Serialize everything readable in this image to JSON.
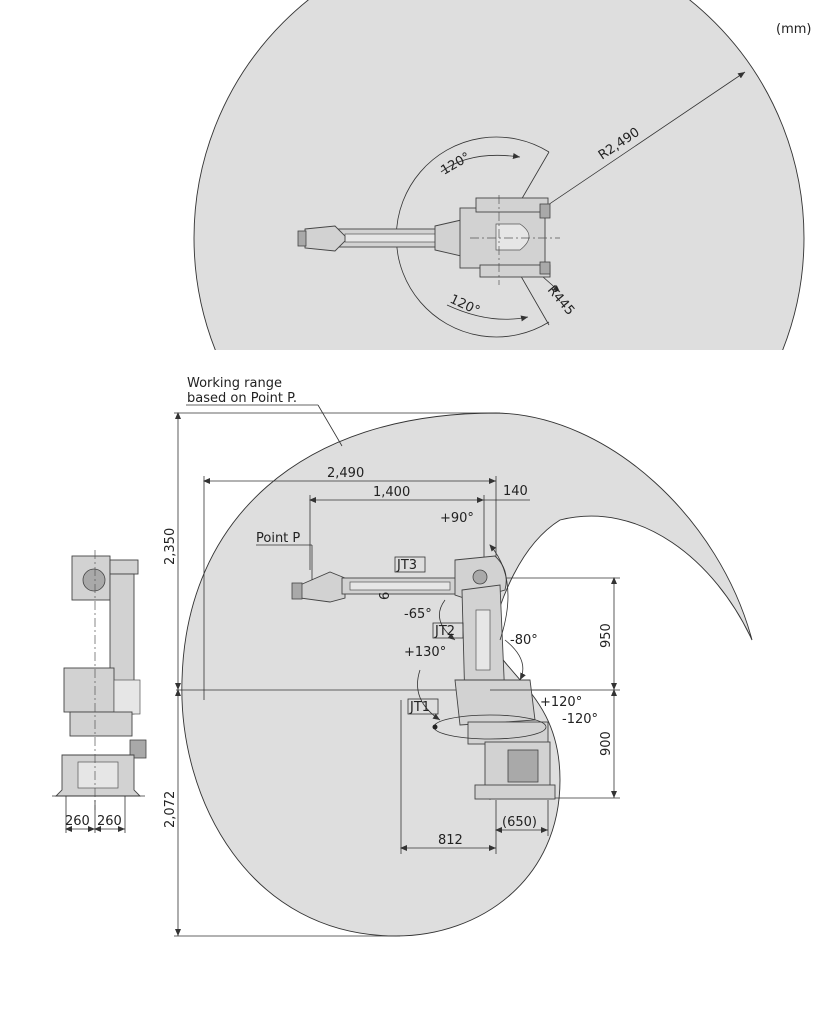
{
  "unit": "(mm)",
  "top_view": {
    "radius_outer": "R2,490",
    "radius_inner": "R445",
    "angle_pos": "120°",
    "angle_neg": "120°"
  },
  "side_view": {
    "working_range_label": [
      "Working range",
      "based on Point P."
    ],
    "point_p": "Point P",
    "dim_2490": "2,490",
    "dim_1400": "1,400",
    "dim_140": "140",
    "dim_2350": "2,350",
    "dim_2072": "2,072",
    "dim_950": "950",
    "dim_900": "900",
    "dim_812": "812",
    "dim_650": "(650)",
    "dim_6": "6",
    "jt1": "JT1",
    "jt2": "JT2",
    "jt3": "JT3",
    "jt2_pos": "+90°",
    "jt2_neg": "-65°",
    "jt3_pos": "+130°",
    "jt3_neg": "-80°",
    "jt1_pos": "+120°",
    "jt1_neg": "-120°"
  },
  "front_view": {
    "dim_left": "260",
    "dim_right": "260"
  }
}
